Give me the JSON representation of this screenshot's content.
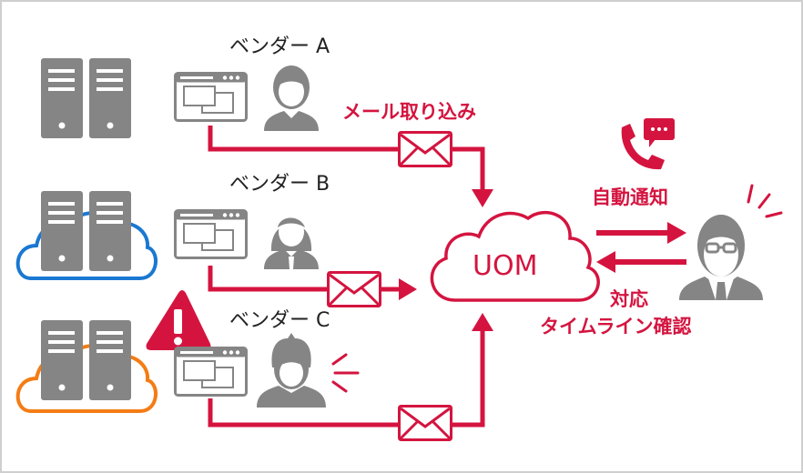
{
  "colors": {
    "accent": "#d4143f",
    "icon_gray": "#858585",
    "cloud_blue": "#1a78d2",
    "cloud_orange": "#f47c14",
    "text_dark": "#222222",
    "border": "#cfcfcf"
  },
  "vendors": [
    {
      "label": "ベンダー A",
      "server_icon": "server-icon",
      "cloud": null,
      "person_icon": "person-icon",
      "app_icon": "browser-window-icon",
      "alert": false
    },
    {
      "label": "ベンダー B",
      "server_icon": "server-icon",
      "cloud": "blue-cloud",
      "person_icon": "woman-person-icon",
      "app_icon": "browser-window-icon",
      "alert": false
    },
    {
      "label": "ベンダー C",
      "server_icon": "server-icon",
      "cloud": "orange-cloud",
      "person_icon": "spiky-hair-person-icon",
      "app_icon": "browser-window-icon",
      "alert": true
    }
  ],
  "flow": {
    "mail_label": "メール取り込み",
    "mail_icon": "envelope-icon"
  },
  "center": {
    "label": "UOM",
    "icon": "cloud-icon"
  },
  "operator": {
    "notify_label": "自動通知",
    "notify_icon": "phone-chat-icon",
    "response_label_line1": "対応",
    "response_label_line2": "タイムライン確認",
    "person_icon": "glasses-person-icon"
  }
}
